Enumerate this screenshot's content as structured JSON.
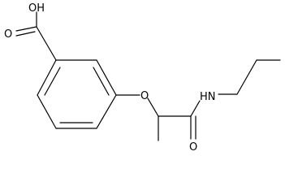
{
  "labels": {
    "hydroxyl": "OH",
    "carbonyl_oxygen_acid": "O",
    "ether_oxygen": "O",
    "amide_nitrogen": "HN",
    "amide_oxygen": "O"
  }
}
